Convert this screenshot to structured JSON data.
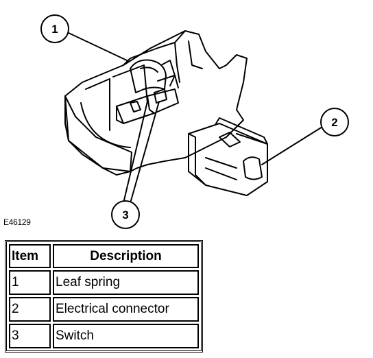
{
  "callouts": [
    {
      "number": "1"
    },
    {
      "number": "2"
    },
    {
      "number": "3"
    }
  ],
  "figure_code": "E46129",
  "legend": {
    "headers": {
      "item": "Item",
      "description": "Description"
    },
    "rows": [
      {
        "item": "1",
        "description": "Leaf spring"
      },
      {
        "item": "2",
        "description": "Electrical connector"
      },
      {
        "item": "3",
        "description": "Switch"
      }
    ]
  }
}
